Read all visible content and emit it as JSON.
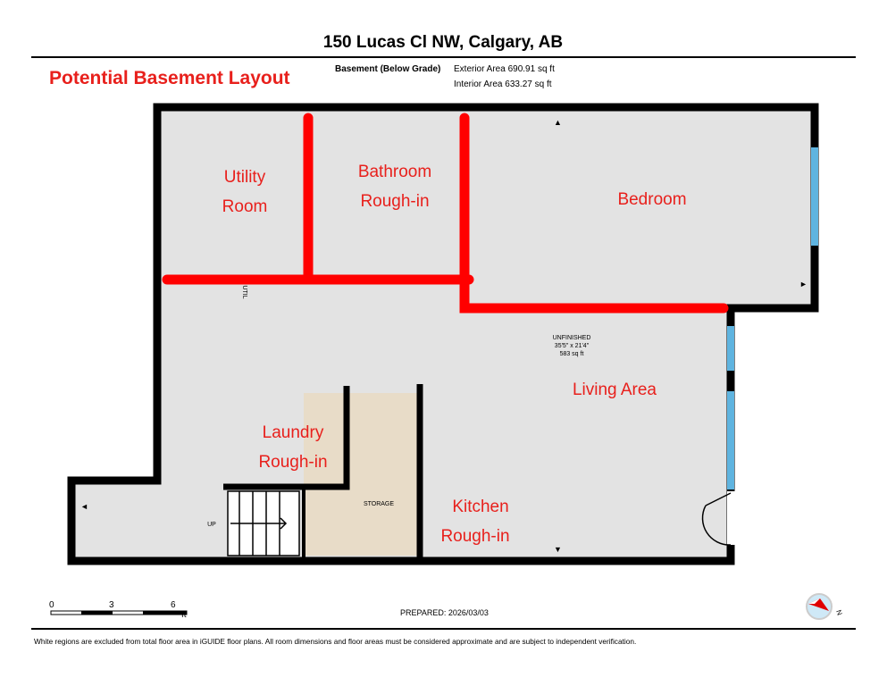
{
  "header": {
    "address": "150 Lucas Cl NW, Calgary, AB",
    "overlay_title": "Potential Basement Layout",
    "floor_label": "Basement (Below Grade)",
    "exterior_area": "Exterior Area 690.91 sq ft",
    "interior_area": "Interior Area 633.27 sq ft"
  },
  "rooms": {
    "utility_line1": "Utility",
    "utility_line2": "Room",
    "bathroom_line1": "Bathroom",
    "bathroom_line2": "Rough-in",
    "bedroom": "Bedroom",
    "living": "Living Area",
    "laundry_line1": "Laundry",
    "laundry_line2": "Rough-in",
    "kitchen_line1": "Kitchen",
    "kitchen_line2": "Rough-in",
    "storage": "STORAGE",
    "up": "UP",
    "util_small": "UTIL",
    "unfinished": "UNFINISHED",
    "unfinished_dims": "35'5\" x 21'4\"",
    "unfinished_area": "583 sq ft"
  },
  "scale": {
    "t0": "0",
    "t3": "3",
    "t6": "6",
    "unit": "ft"
  },
  "prepared": "PREPARED: 2026/03/03",
  "compass_label": "N",
  "disclaimer": "White regions are excluded from total floor area in iGUIDE floor plans. All room dimensions and floor areas must be considered approximate and are subject to independent verification.",
  "colors": {
    "wall": "#000000",
    "floor": "#e3e3e3",
    "storage": "#e8dcc8",
    "window": "#5fb4e0",
    "overlay": "#ff0000"
  }
}
